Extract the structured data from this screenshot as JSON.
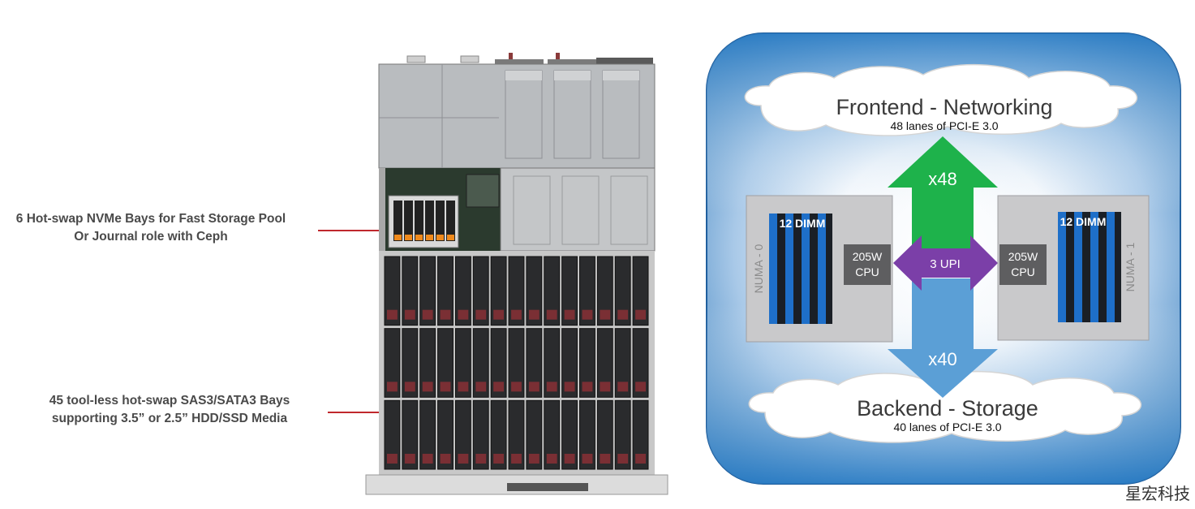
{
  "callouts": {
    "nvme": {
      "line1": "6 Hot-swap NVMe Bays for Fast Storage Pool",
      "line2": "Or Journal role with Ceph"
    },
    "hdd": {
      "line1": "45 tool-less hot-swap SAS3/SATA3 Bays",
      "line2": "supporting 3.5” or 2.5” HDD/SSD Media"
    }
  },
  "diagram": {
    "frontend": {
      "title": "Frontend - Networking",
      "subtitle": "48 lanes of PCI-E 3.0"
    },
    "backend": {
      "title": "Backend - Storage",
      "subtitle": "40 lanes of PCI-E 3.0"
    },
    "up_arrow_label": "x48",
    "down_arrow_label": "x40",
    "interconnect_label": "3 UPI",
    "numa0": {
      "label": "NUMA - 0",
      "dimm_label": "12 DIMM",
      "cpu_line1": "205W",
      "cpu_line2": "CPU"
    },
    "numa1": {
      "label": "NUMA - 1",
      "dimm_label": "12 DIMM",
      "cpu_line1": "205W",
      "cpu_line2": "CPU"
    },
    "colors": {
      "background_edge": "#1f6fb5",
      "background_center": "#ffffff",
      "up_arrow": "#1eb24b",
      "down_arrow": "#5b9fd6",
      "interconnect": "#7b3fa8",
      "dimm_blue": "#1e6fc9",
      "dimm_dark": "#1a1f26",
      "numa_box": "#c9c9cb",
      "cpu_box": "#5e5e60"
    }
  },
  "server": {
    "nvme_bay_count": 6,
    "hdd_bay_count": 45
  },
  "watermark": "星宏科技"
}
